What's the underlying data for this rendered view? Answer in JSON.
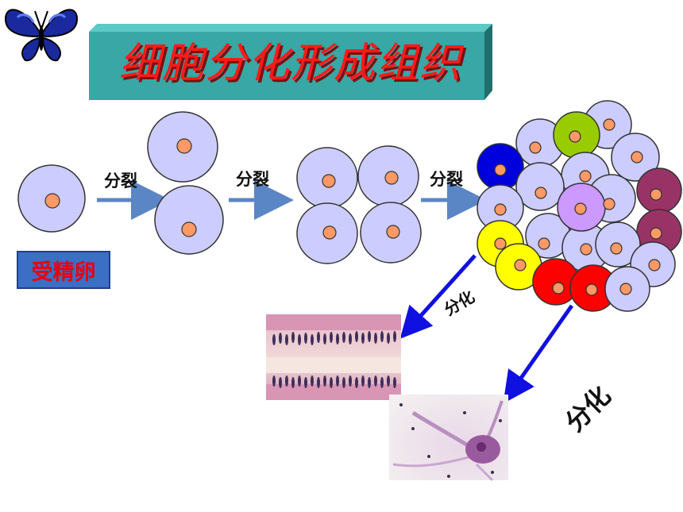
{
  "title": "细胞分化形成组织",
  "labels": {
    "fertilized_egg": "受精卵",
    "division": "分裂",
    "differentiation": "分化"
  },
  "colors": {
    "cell_fill": "#ccccff",
    "cell_stroke": "#333333",
    "nucleus_fill": "#ff9966",
    "arrow_blue": "#5b86c5",
    "diff_arrow": "#1010e0",
    "title_red": "#ff1a1a",
    "title_teal": "#3aaaa8",
    "label_box": "#3a6fc4",
    "cluster_colors": [
      "#0000dd",
      "#99cc00",
      "#993366",
      "#cc99ff",
      "#ffff00",
      "#ff0000"
    ]
  },
  "icons": [
    "butterfly-icon"
  ]
}
